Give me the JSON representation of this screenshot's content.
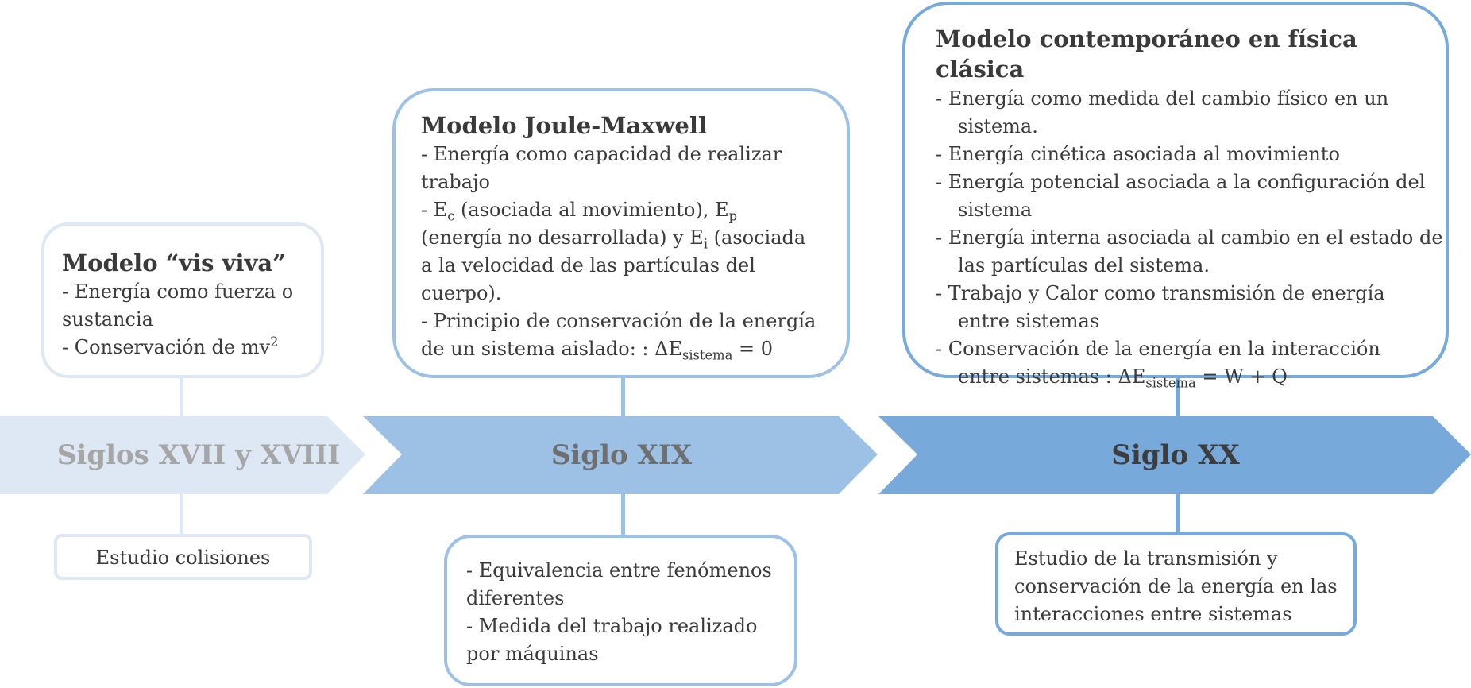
{
  "colors": {
    "era1_band": "#dde8f4",
    "era1_border": "#dde8f4",
    "era1_text": "#a6a6a6",
    "era2_band": "#9cc1e4",
    "era2_border": "#9cc1e4",
    "era2_text": "#6f6f6f",
    "era3_band": "#77aadb",
    "era3_border": "#77aadb",
    "era3_text": "#3d3d3d"
  },
  "eras": [
    {
      "label": "Siglos XVII y XVIII",
      "model": {
        "title": "Modelo “vis viva”",
        "lines": [
          "- Energía como fuerza o",
          "sustancia",
          "- Conservación de mv",
          "2"
        ]
      },
      "application": {
        "lines": [
          "Estudio colisiones"
        ]
      }
    },
    {
      "label": "Siglo XIX",
      "model": {
        "title": "Modelo Joule-Maxwell",
        "lines": [
          "- Energía como capacidad de realizar",
          "trabajo",
          "- E",
          "c",
          " (asociada al movimiento), E",
          "p",
          "(energía no desarrollada)  y E",
          "i",
          " (asociada",
          "a la velocidad de las partículas del",
          "cuerpo).",
          "- Principio de conservación de la energía",
          "de un sistema aislado: : ΔE",
          "sistema",
          " = 0"
        ]
      },
      "application": {
        "lines": [
          "- Equivalencia entre fenómenos",
          "diferentes",
          "- Medida del trabajo realizado",
          "por máquinas"
        ]
      }
    },
    {
      "label": "Siglo XX",
      "model": {
        "title": "Modelo contemporáneo en física clásica",
        "lines": [
          "- Energía como medida del cambio físico en un sistema.",
          "- Energía cinética asociada al movimiento",
          "- Energía potencial asociada a la configuración del sistema",
          "- Energía interna asociada al cambio en el estado de las partículas del sistema.",
          "- Trabajo y Calor como transmisión de energía entre sistemas",
          "- Conservación de la energía en la interacción entre sistemas : ΔE",
          "sistema",
          " = W + Q"
        ]
      },
      "application": {
        "lines": [
          "Estudio de la transmisión y",
          "conservación de la energía en las",
          "interacciones entre sistemas"
        ]
      }
    }
  ]
}
